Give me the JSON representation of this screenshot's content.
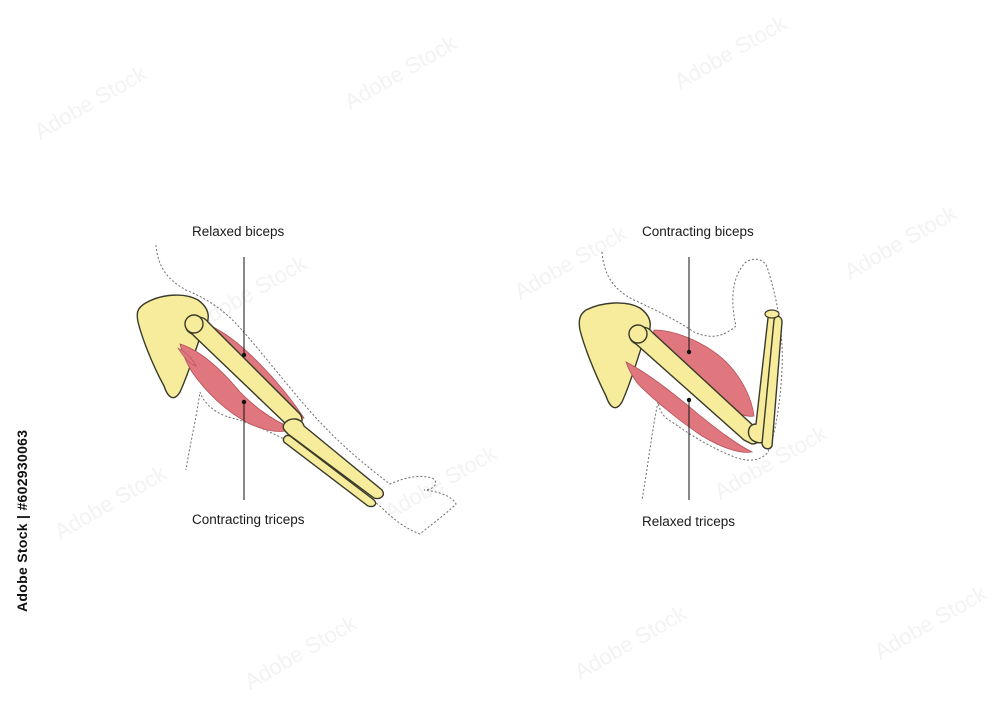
{
  "diagrams": [
    {
      "id": "relaxed-arm",
      "labels": {
        "top": "Relaxed biceps",
        "bottom": "Contracting triceps"
      }
    },
    {
      "id": "flexed-arm",
      "labels": {
        "top": "Contracting biceps",
        "bottom": "Relaxed triceps"
      }
    }
  ],
  "stock_id": "Adobe Stock | #602930063",
  "colors": {
    "bone": "#f7ec9b",
    "bone_outline": "#3a3a2a",
    "muscle": "#e0777f",
    "muscle_light": "#eaa0a5",
    "skin_outline": "#6e6e6e",
    "leader_line": "#111111"
  }
}
